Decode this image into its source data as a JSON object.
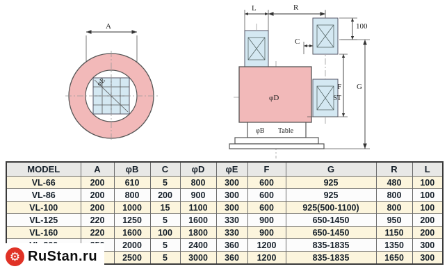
{
  "drawing": {
    "labels": {
      "a": "A",
      "phi_e": "φE",
      "l": "L",
      "r": "R",
      "hundred": "100",
      "c": "C",
      "phi_d": "φD",
      "phi_b": "φB",
      "table": "Table",
      "f": "F",
      "st": "ST",
      "g": "G"
    },
    "colors": {
      "pink": "#f2b9b9",
      "blue": "#d4e8f2"
    }
  },
  "table": {
    "headers": [
      "MODEL",
      "A",
      "φB",
      "C",
      "φD",
      "φE",
      "F",
      "G",
      "R",
      "L"
    ],
    "rows": [
      [
        "VL-66",
        "200",
        "610",
        "5",
        "800",
        "300",
        "600",
        "925",
        "480",
        "100"
      ],
      [
        "VL-86",
        "200",
        "800",
        "200",
        "900",
        "300",
        "600",
        "925",
        "800",
        "100"
      ],
      [
        "VL-100",
        "200",
        "1000",
        "15",
        "1100",
        "300",
        "600",
        "925(500-1100)",
        "800",
        "100"
      ],
      [
        "VL-125",
        "220",
        "1250",
        "5",
        "1600",
        "330",
        "900",
        "650-1450",
        "950",
        "200"
      ],
      [
        "VL-160",
        "220",
        "1600",
        "100",
        "1800",
        "330",
        "900",
        "650-1450",
        "1150",
        "200"
      ],
      [
        "VL-200",
        "250",
        "2000",
        "5",
        "2400",
        "360",
        "1200",
        "835-1835",
        "1350",
        "300"
      ],
      [
        "",
        "",
        "2500",
        "5",
        "3000",
        "360",
        "1200",
        "835-1835",
        "1650",
        "300"
      ]
    ]
  },
  "watermark": {
    "text": "RuStan.ru",
    "gear_icon": "⚙",
    "logo_color": "#e03226"
  }
}
